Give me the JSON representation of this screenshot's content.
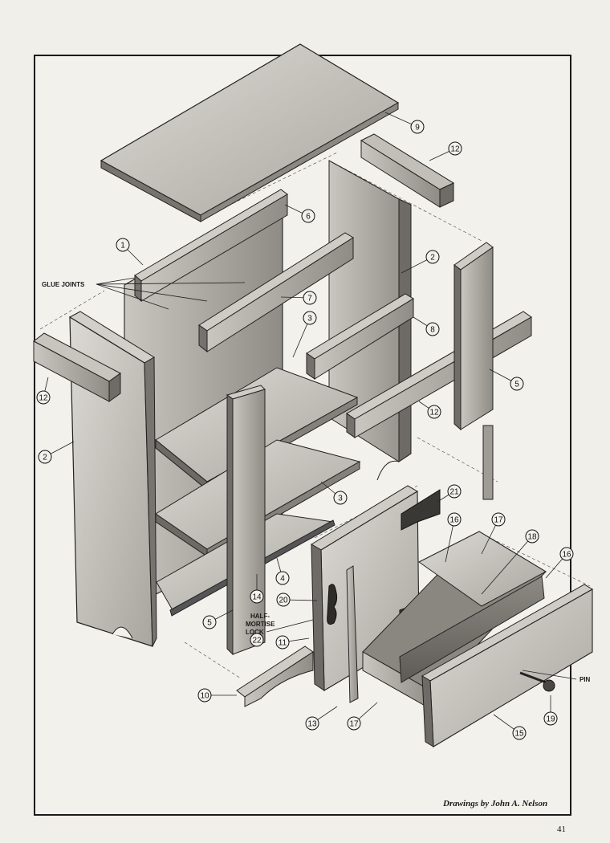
{
  "labels": {
    "glue_joints": "GLUE JOINTS",
    "half_mortise_lock": [
      "HALF-",
      "MORTISE",
      "LOCK"
    ],
    "pin": "PIN"
  },
  "callouts": [
    "1",
    "2",
    "2",
    "3",
    "3",
    "4",
    "5",
    "5",
    "6",
    "7",
    "8",
    "9",
    "10",
    "11",
    "12",
    "12",
    "12",
    "13",
    "14",
    "15",
    "16",
    "16",
    "17",
    "17",
    "18",
    "19",
    "20",
    "21",
    "22"
  ],
  "credit": "Drawings by John A. Nelson",
  "page_number": "41"
}
